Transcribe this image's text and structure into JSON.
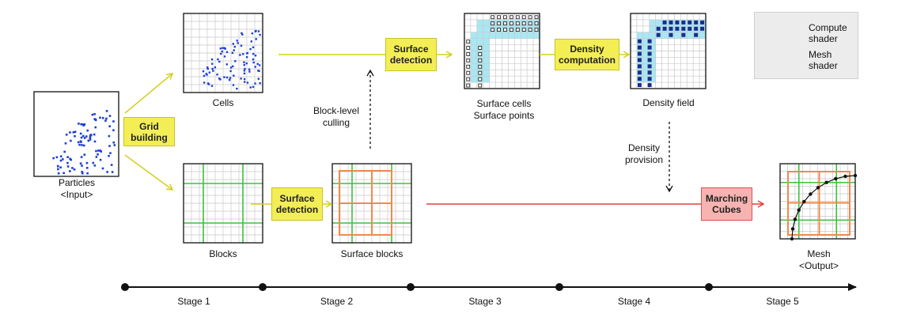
{
  "colors": {
    "compute": "#d4cf1e",
    "compute_fill": "#f3ee55",
    "mesh": "#e0413b",
    "mesh_fill": "#f6b3b1",
    "particle": "#1d3fd6",
    "block_line": "#39c43a",
    "surface_block": "#f08a4b",
    "surface_cell": "#a8e8f4",
    "density_point": "#1a2e8c",
    "grid": "#c9c9c9"
  },
  "input_label": "Particles\n<Input>",
  "cells_label": "Cells",
  "blocks_label": "Blocks",
  "grid_building_label": "Grid\nbuilding",
  "surface_detection_top_label": "Surface\ndetection",
  "surface_detection_bottom_label": "Surface\ndetection",
  "block_culling_label": "Block-level\nculling",
  "surface_cells_label": "Surface cells\nSurface points",
  "surface_blocks_label": "Surface blocks",
  "density_computation_label": "Density\ncomputation",
  "density_field_label": "Density field",
  "density_provision_label": "Density\nprovision",
  "marching_cubes_label": "Marching\nCubes",
  "mesh_label": "Mesh\n<Output>",
  "legend": {
    "compute_label": "Compute\nshader",
    "mesh_label": "Mesh\nshader"
  },
  "timeline": {
    "stages": [
      "Stage 1",
      "Stage 2",
      "Stage 3",
      "Stage 4",
      "Stage 5"
    ]
  }
}
